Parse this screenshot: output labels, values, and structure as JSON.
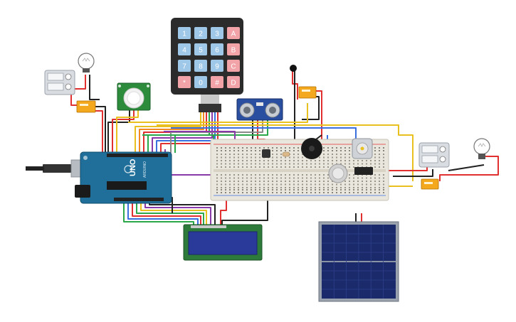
{
  "keypad": {
    "keys": [
      {
        "label": "1",
        "kind": "num"
      },
      {
        "label": "2",
        "kind": "num"
      },
      {
        "label": "3",
        "kind": "num"
      },
      {
        "label": "A",
        "kind": "letter"
      },
      {
        "label": "4",
        "kind": "num"
      },
      {
        "label": "5",
        "kind": "num"
      },
      {
        "label": "6",
        "kind": "num"
      },
      {
        "label": "B",
        "kind": "letter"
      },
      {
        "label": "7",
        "kind": "num"
      },
      {
        "label": "8",
        "kind": "num"
      },
      {
        "label": "9",
        "kind": "num"
      },
      {
        "label": "C",
        "kind": "letter"
      },
      {
        "label": "*",
        "kind": "letter"
      },
      {
        "label": "0",
        "kind": "num"
      },
      {
        "label": "#",
        "kind": "letter"
      },
      {
        "label": "D",
        "kind": "letter"
      }
    ]
  },
  "arduino": {
    "brand": "UNO",
    "maker": "ARDUINO"
  },
  "lcd": {
    "rows": 2,
    "cols": 16
  },
  "colors": {
    "num_key": "#9fc7e8",
    "letter_key": "#f2a3a8",
    "keypad_body": "#2b2b2b",
    "arduino_board": "#1f6f9a",
    "breadboard": "#e9e6de",
    "lcd_body": "#2d7a3a",
    "lcd_screen": "#2a3a9a",
    "solar_panel": "#1b2a6b",
    "relay": "#f4a81e",
    "pir_board": "#2c8c3c",
    "ultrasonic": "#2a4fa0",
    "wire_red": "#e03030",
    "wire_black": "#222222",
    "wire_yellow": "#e8c020",
    "wire_green": "#2aa84a",
    "wire_blue": "#3a6fe0",
    "wire_orange": "#f08a20",
    "wire_purple": "#8a3aa8",
    "wire_gray": "#8a8a8a"
  }
}
